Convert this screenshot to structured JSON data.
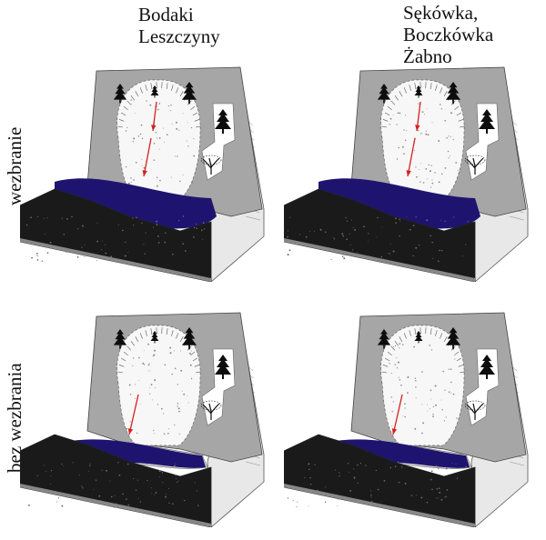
{
  "columns": [
    {
      "lines": [
        "Bodaki",
        "Leszczyny"
      ]
    },
    {
      "lines": [
        "Sękówka,",
        "Boczkówka",
        "Żabno"
      ]
    }
  ],
  "rows": [
    {
      "label": "wezbranie",
      "river": "high"
    },
    {
      "label": "bez wezbrania",
      "river": "low"
    }
  ],
  "colors": {
    "river": "#1e1470",
    "slope": "#a6a6a6",
    "landslide": "#f7f7f7",
    "dark_front": "#1a1a1a",
    "side": "#e8e8e8",
    "arrow": "#d42020",
    "tree": "#0d0d0d"
  }
}
